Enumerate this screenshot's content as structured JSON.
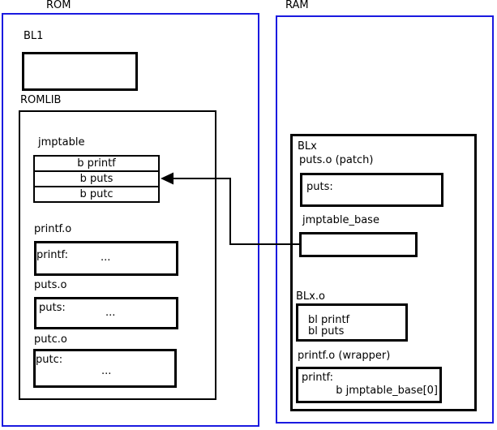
{
  "palette": {
    "frame_blue": "#1a1ae0",
    "line_black": "#000000",
    "background": "#ffffff"
  },
  "rom": {
    "title": "ROM",
    "bl1_label": "BL1",
    "romlib_label": "ROMLIB",
    "jmptable": {
      "label": "jmptable",
      "rows": [
        "b printf",
        "b puts",
        "b putc"
      ]
    },
    "printf_o": {
      "label": "printf.o",
      "symbol": "printf:",
      "dots": "..."
    },
    "puts_o": {
      "label": "puts.o",
      "symbol": "puts:",
      "dots": "..."
    },
    "putc_o": {
      "label": "putc.o",
      "symbol": "putc:",
      "dots": "..."
    }
  },
  "ram": {
    "title": "RAM",
    "blx_label": "BLx",
    "puts_patch": {
      "label": "puts.o (patch)",
      "symbol": "puts:"
    },
    "jmptable_base_label": "jmptable_base",
    "blx_o": {
      "label": "BLx.o",
      "line1": "bl printf",
      "line2": "bl puts"
    },
    "printf_wrapper": {
      "label": "printf.o (wrapper)",
      "line1": "printf:",
      "line2": "b jmptable_base[0]"
    }
  },
  "arrow": {
    "meaning": "jmptable_base entry branches to b puts slot in ROM jmptable"
  }
}
